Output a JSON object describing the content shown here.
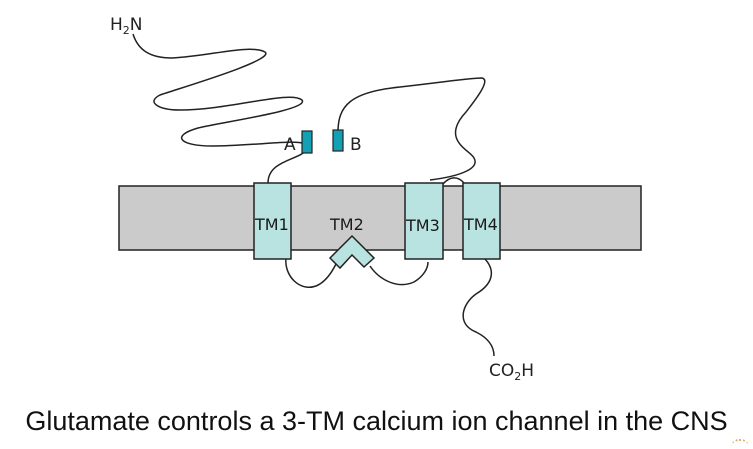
{
  "diagram": {
    "n_terminus": {
      "main": "H",
      "sub": "2",
      "tail": "N"
    },
    "c_terminus": {
      "main": "CO",
      "sub": "2",
      "tail": "H"
    },
    "domains": [
      "TM1",
      "TM2",
      "TM3",
      "TM4"
    ],
    "sites": [
      "A",
      "B"
    ],
    "colors": {
      "membrane": "#cbcbcb",
      "helix": "#b8e3e0",
      "site": "#14a0b4",
      "line": "#222222"
    }
  },
  "caption": "Glutamate controls a 3-TM calcium ion channel in the CNS"
}
